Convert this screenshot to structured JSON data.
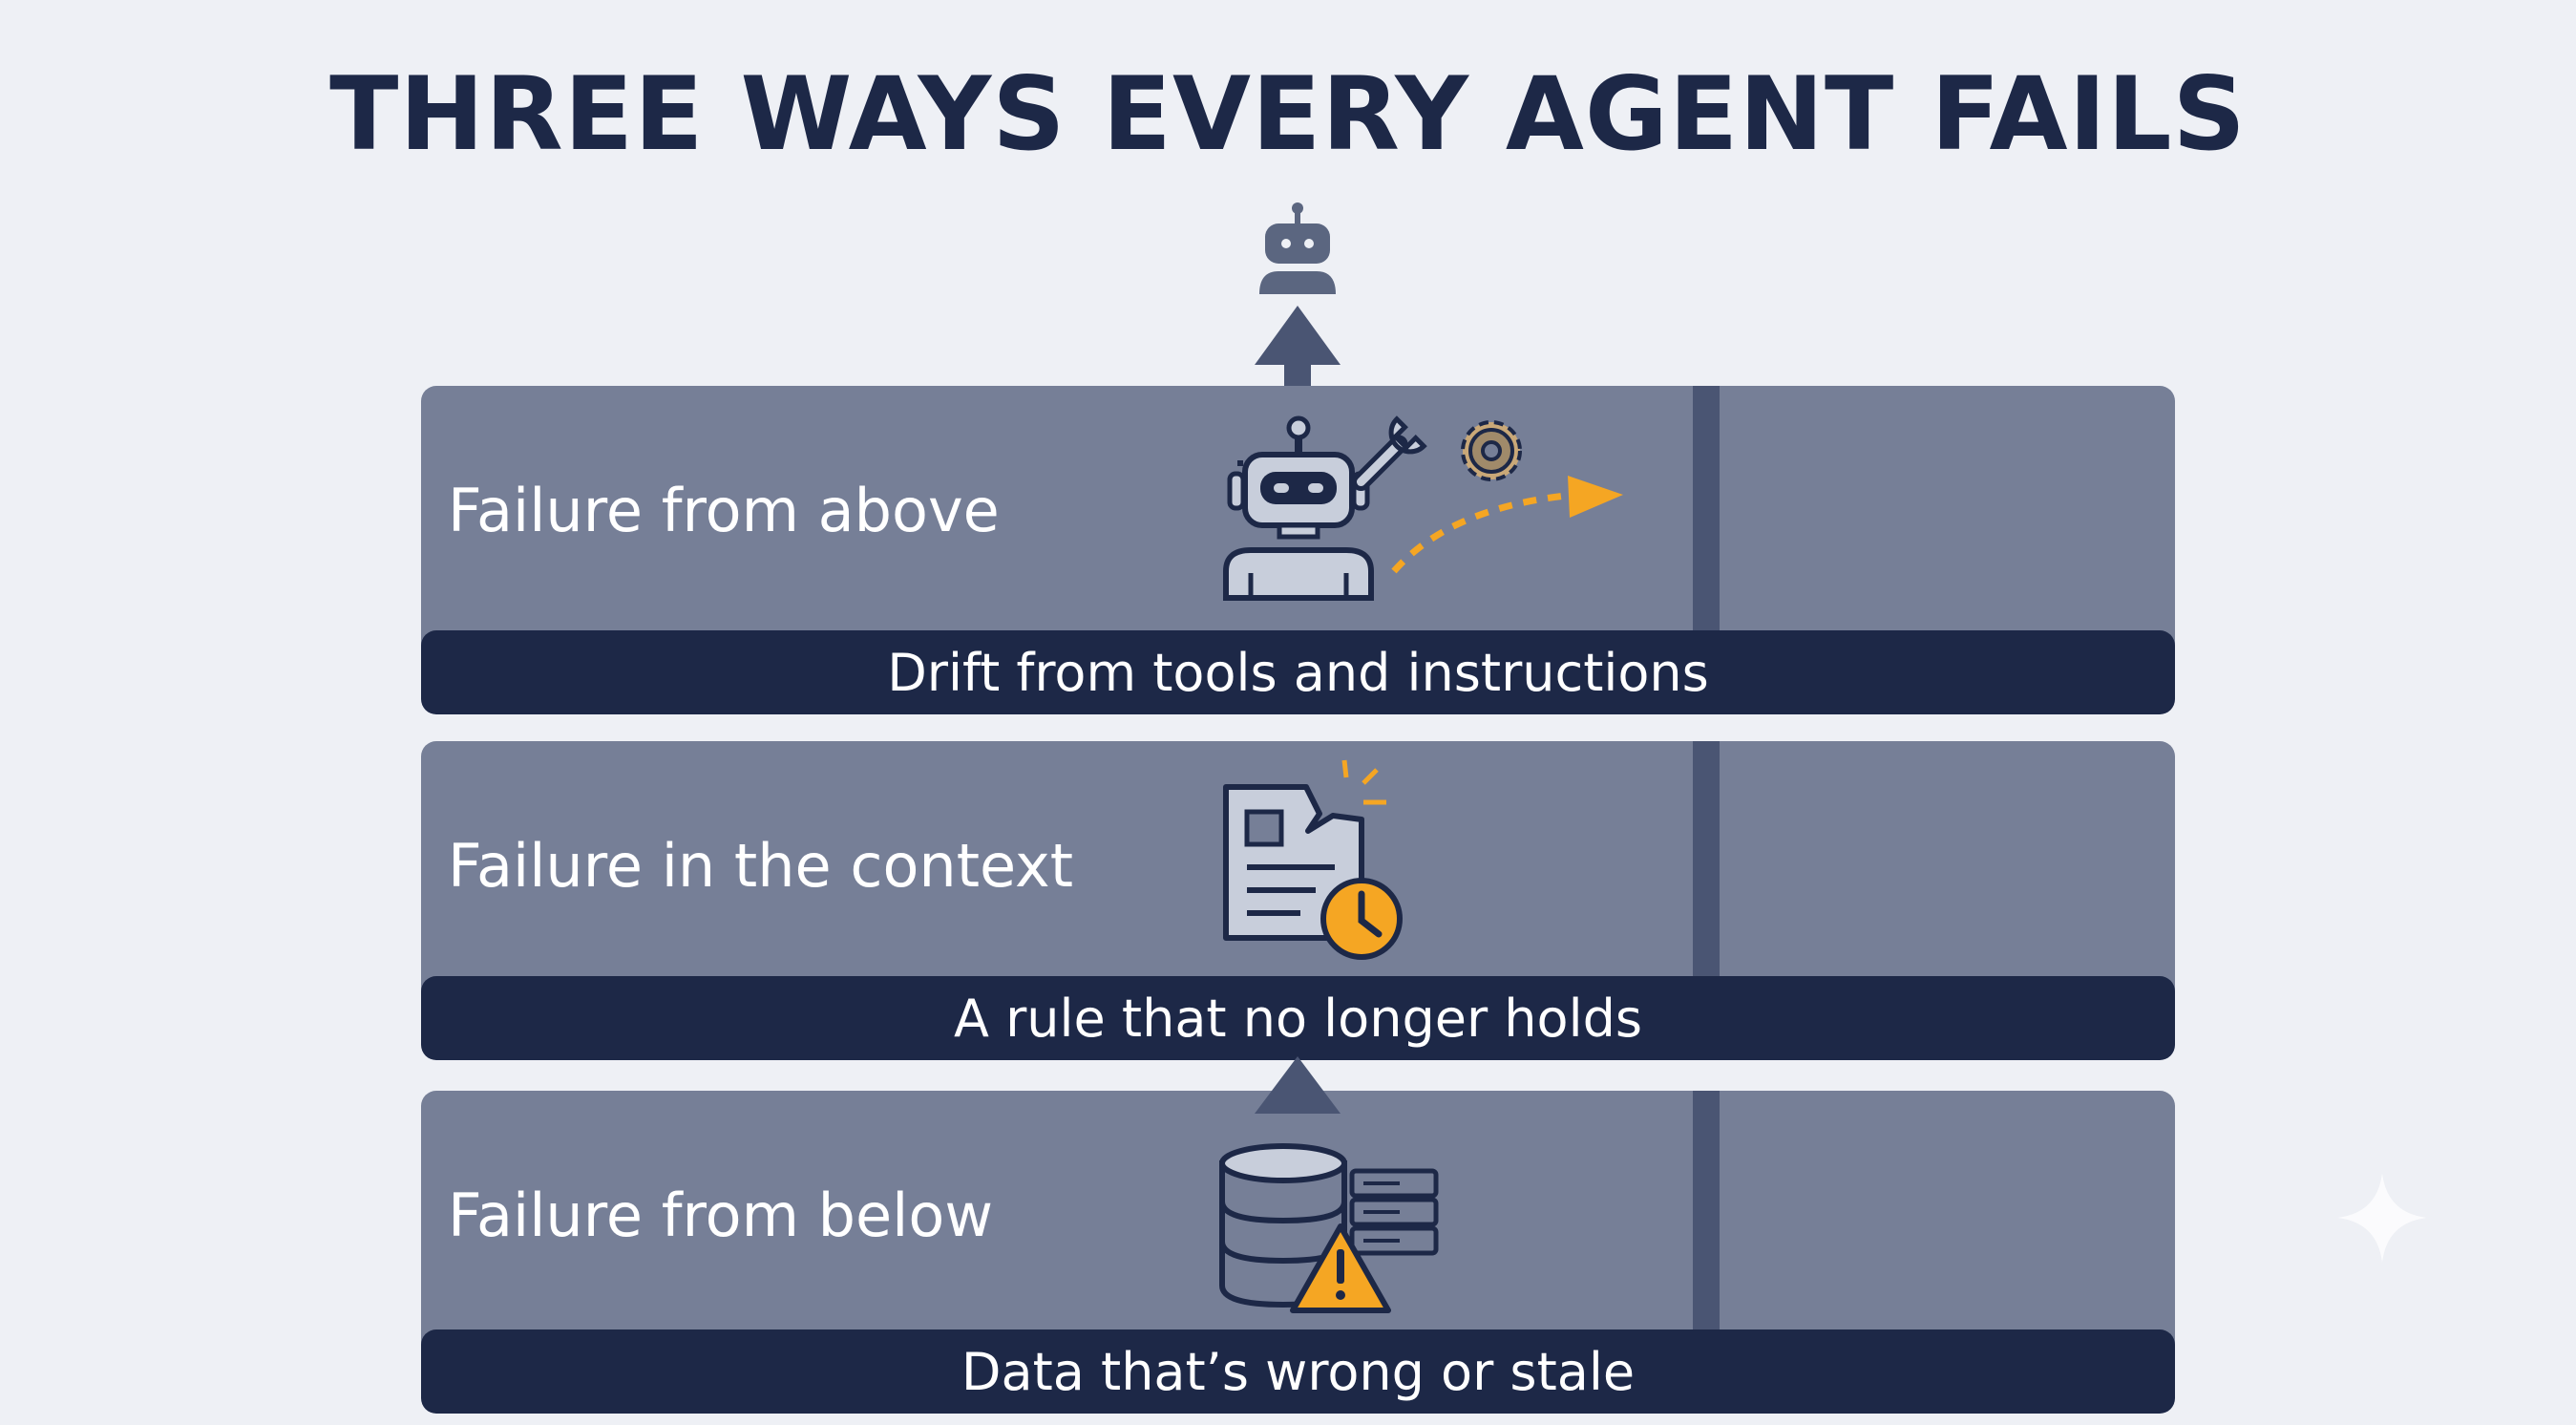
{
  "title": "THREE WAYS EVERY AGENT FAILS",
  "layers": [
    {
      "title": "Failure from above",
      "caption": "Drift from tools and instructions",
      "icon": "robot-with-tools-icon"
    },
    {
      "title": "Failure in the context",
      "caption": "A rule that no longer holds",
      "icon": "torn-document-clock-icon"
    },
    {
      "title": "Failure from below",
      "caption": "Data that’s wrong or stale",
      "icon": "database-warning-icon"
    }
  ],
  "colors": {
    "background": "#eef0f5",
    "band": "#767f97",
    "caption_bar": "#1d2847",
    "title": "#1d2847",
    "spine": "#4a5573",
    "accent": "#f5a623"
  }
}
